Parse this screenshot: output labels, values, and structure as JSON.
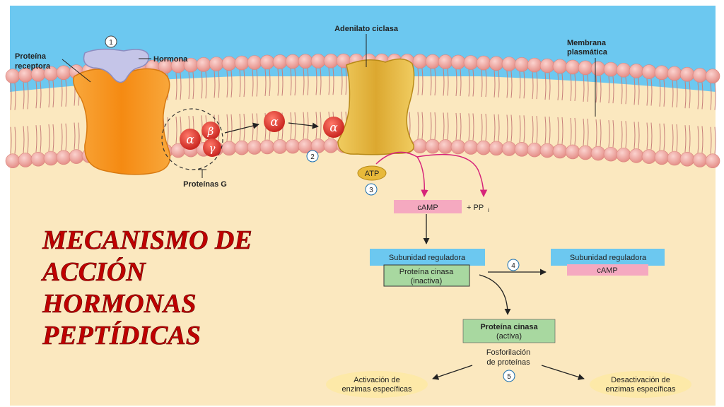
{
  "title_lines": [
    "MECANISMO DE",
    "ACCIÓN",
    "HORMONAS",
    "PEPTÍDICAS"
  ],
  "labels": {
    "proteina_receptora": [
      "Proteína",
      "receptora"
    ],
    "hormona": "Hormona",
    "adenilato_ciclasa": "Adenilato ciclasa",
    "membrana_plasmatica": [
      "Membrana",
      "plasmática"
    ],
    "proteinas_g": "Proteínas G",
    "atp": "ATP",
    "camp": "cAMP",
    "ppi": "+ PP",
    "ppi_sub": "i",
    "subunidad_reguladora": "Subunidad reguladora",
    "proteina_cinasa_inactiva": [
      "Proteína cinasa",
      "(inactiva)"
    ],
    "subunidad_reguladora_2": "Subunidad reguladora",
    "camp_2": "cAMP",
    "proteina_cinasa_activa": [
      "Proteína cinasa",
      "(activa)"
    ],
    "fosforilacion": [
      "Fosforilación",
      "de proteínas"
    ],
    "activacion": [
      "Activación de",
      "enzimas específicas"
    ],
    "desactivacion": [
      "Desactivación de",
      "enzimas específicas"
    ]
  },
  "greek": {
    "alpha": "α",
    "beta": "β",
    "gamma": "γ"
  },
  "steps": [
    "1",
    "2",
    "3",
    "4",
    "5"
  ],
  "colors": {
    "extracellular": "#6cc8f0",
    "cytoplasm": "#fbe8bf",
    "lipid_head": "#eea8a2",
    "receptor": "#f7941d",
    "hormone": "#c5c5e8",
    "adenylate_cyclase": "#e8b93a",
    "g_protein": "#e0413a",
    "pink_arrow": "#d6247a",
    "camp_box": "#f5a9c0",
    "reg_box": "#6cc8f0",
    "kinase_box": "#a8d8a0",
    "oval": "#fde9a8",
    "title": "#c00000"
  }
}
